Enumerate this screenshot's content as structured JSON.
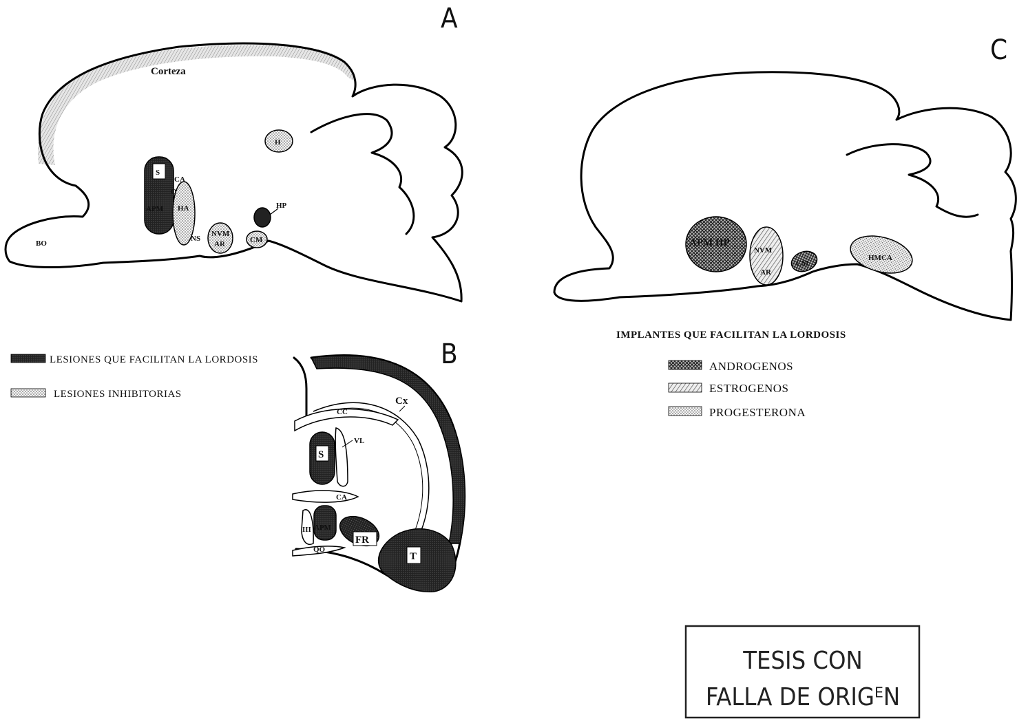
{
  "panels": {
    "a": {
      "letter": "A",
      "labels": {
        "corteza": "Corteza",
        "bo": "BO",
        "h": "H",
        "s": "S",
        "ca": "CA",
        "o": "O",
        "apm": "APM",
        "ha": "HA",
        "ns": "NS",
        "nvm": "NVM",
        "ar": "AR",
        "cm": "CM",
        "hp": "HP"
      }
    },
    "b": {
      "letter": "B",
      "labels": {
        "cx": "Cx",
        "cc": "CC",
        "vl": "VL",
        "s": "S",
        "ca": "CA",
        "iii": "III",
        "apm": "APM",
        "fr": "FR",
        "qo": "QO",
        "t": "T"
      }
    },
    "c": {
      "letter": "C",
      "labels": {
        "apm_hp": "APM HP",
        "nvm": "NVM",
        "ar": "AR",
        "cm": "CM",
        "hmca": "HMCA"
      }
    }
  },
  "legend_lesions": {
    "items": [
      {
        "label": "LESIONES QUE FACILITAN LA LORDOSIS",
        "pattern": "dark"
      },
      {
        "label": "LESIONES INHIBITORIAS",
        "pattern": "dots"
      }
    ]
  },
  "legend_implants": {
    "title": "IMPLANTES QUE FACILITAN LA LORDOSIS",
    "items": [
      {
        "label": "ANDROGENOS",
        "pattern": "crosshatch"
      },
      {
        "label": "ESTROGENOS",
        "pattern": "hatch"
      },
      {
        "label": "PROGESTERONA",
        "pattern": "dots"
      }
    ]
  },
  "stamp": {
    "line1": "TESIS CON",
    "line2": "FALLA DE ORIGᴱN"
  }
}
